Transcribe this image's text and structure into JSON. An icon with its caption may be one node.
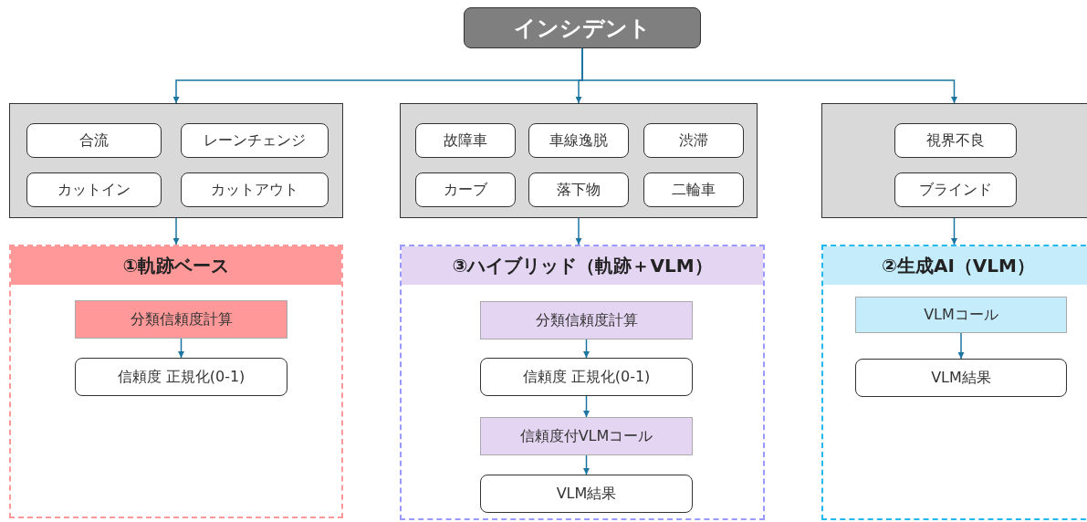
{
  "diagram": {
    "nodes": [
      {
        "text": [
          "インシデント"
        ]
      },
      {
        "text": [],
        "shape": "box"
      },
      {
        "text": [
          "合流"
        ],
        "in": 1
      },
      {
        "text": [
          "レーンチェンジ"
        ],
        "in": 1
      },
      {
        "text": [
          "カットイン"
        ],
        "in": 1
      },
      {
        "text": [
          "カットアウト"
        ],
        "in": 1
      },
      {
        "text": [],
        "shape": "box"
      },
      {
        "text": [
          "故障車"
        ],
        "in": 6
      },
      {
        "text": [
          "車線逸脱"
        ],
        "in": 6
      },
      {
        "text": [
          "渋滞"
        ],
        "in": 6
      },
      {
        "text": [
          "カーブ"
        ],
        "in": 6
      },
      {
        "text": [
          "落下物"
        ],
        "in": 6
      },
      {
        "text": [
          "二輪車"
        ],
        "in": 6
      },
      {
        "text": [],
        "shape": "box"
      },
      {
        "text": [
          "視界不良"
        ],
        "in": 13
      },
      {
        "text": [
          "ブラインド"
        ],
        "in": 13
      },
      {
        "text": [
          "①軌跡ベース"
        ]
      },
      {
        "text": [
          "分類信頼度計算"
        ],
        "in": 16
      },
      {
        "text": [
          "信頼度 正規化(0-1)"
        ],
        "in": 16
      },
      {
        "text": [
          "③ハイブリッド（軌跡＋VLM）"
        ]
      },
      {
        "text": [
          "分類信頼度計算"
        ],
        "in": 19
      },
      {
        "text": [
          "信頼度 正規化(0-1)"
        ],
        "in": 19
      },
      {
        "text": [
          "信頼度付VLMコール"
        ],
        "in": 19
      },
      {
        "text": [
          "VLM結果"
        ],
        "in": 19
      },
      {
        "text": [
          "②生成AI（VLM）"
        ]
      },
      {
        "text": [
          "VLMコール"
        ],
        "in": 24
      },
      {
        "text": [
          "VLM結果"
        ],
        "in": 24
      }
    ],
    "edges": [
      {
        "from": 0,
        "to": 1,
        "arrow": "to"
      },
      {
        "from": 0,
        "to": 6,
        "arrow": "to"
      },
      {
        "from": 0,
        "to": 13,
        "arrow": "to"
      },
      {
        "from": 1,
        "to": 16,
        "arrow": "to"
      },
      {
        "from": 6,
        "to": 19,
        "arrow": "to"
      },
      {
        "from": 13,
        "to": 24,
        "arrow": "to"
      },
      {
        "from": 17,
        "to": 18,
        "arrow": "to"
      },
      {
        "from": 20,
        "to": 21,
        "arrow": "to"
      },
      {
        "from": 21,
        "to": 22,
        "arrow": "to"
      },
      {
        "from": 22,
        "to": 23,
        "arrow": "to"
      },
      {
        "from": 25,
        "to": 26,
        "arrow": "to"
      }
    ]
  }
}
